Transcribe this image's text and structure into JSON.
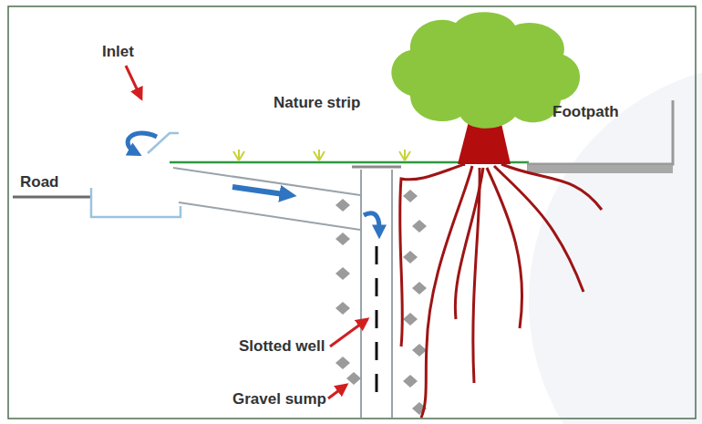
{
  "diagram": {
    "labels": [
      "Inlet",
      "Nature strip",
      "Footpath",
      "Road",
      "Slotted well",
      "Gravel sump"
    ]
  }
}
